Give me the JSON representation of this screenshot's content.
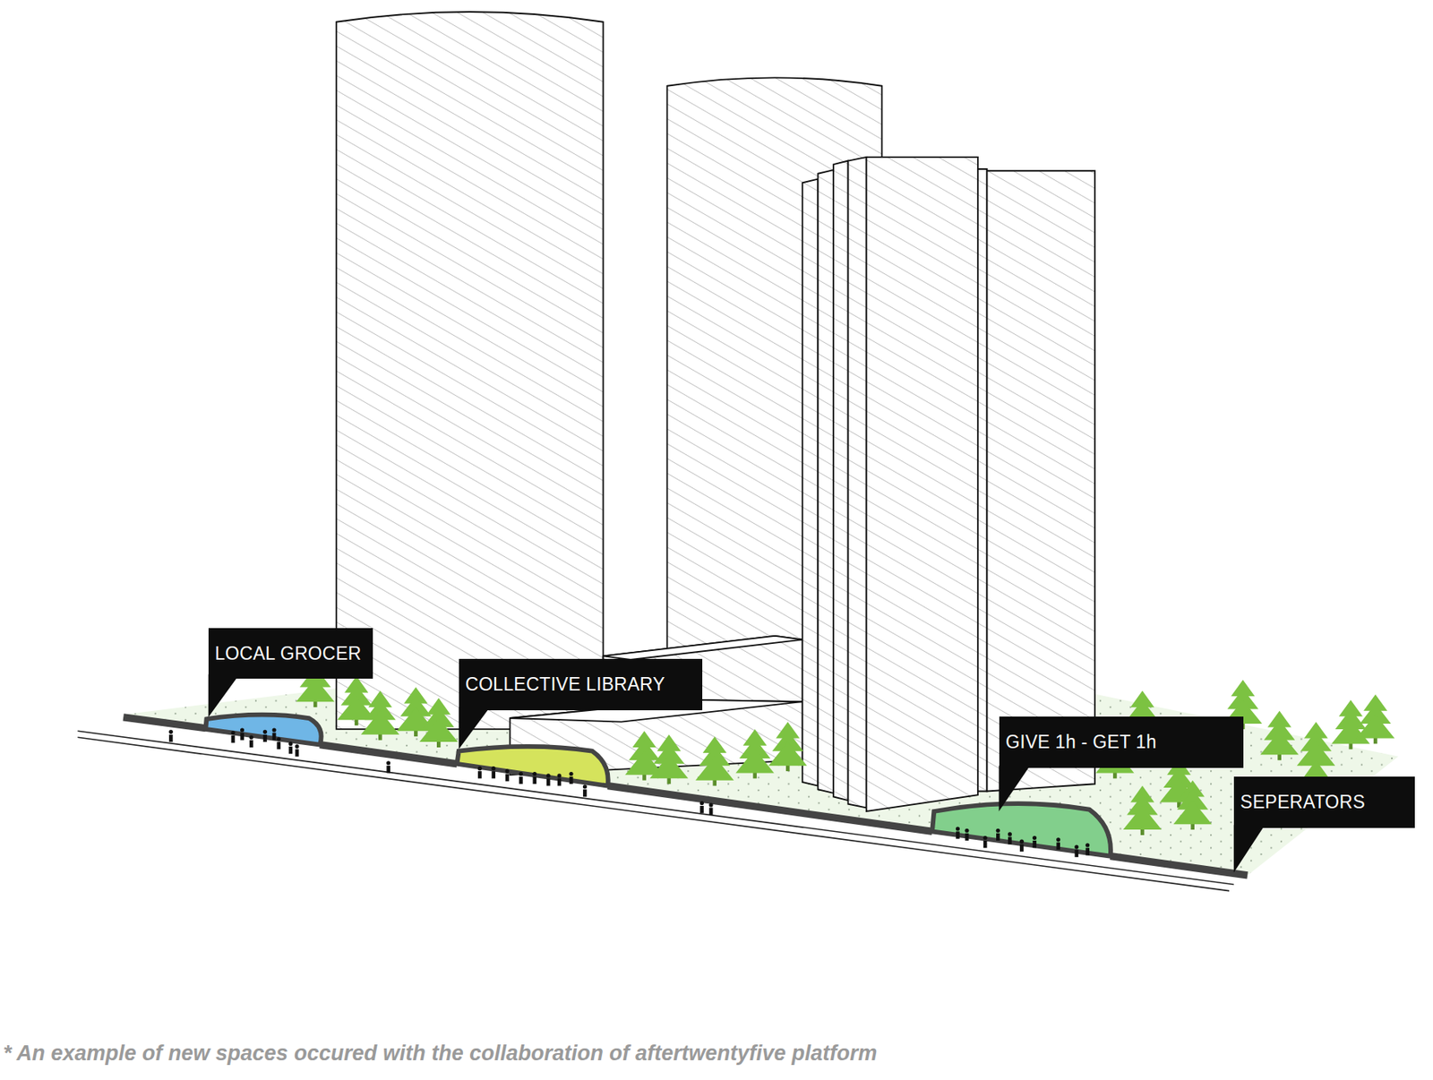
{
  "diagram": {
    "caption": "* An example of new spaces occured with the collaboration of aftertwentyfive platform",
    "nodes": [
      {
        "text": [
          "LOCAL GROCER"
        ]
      },
      {
        "text": [
          "COLLECTIVE LIBRARY"
        ]
      },
      {
        "text": [
          "GIVE 1h - GET 1h"
        ]
      },
      {
        "text": [
          "SEPERATORS"
        ]
      }
    ]
  }
}
